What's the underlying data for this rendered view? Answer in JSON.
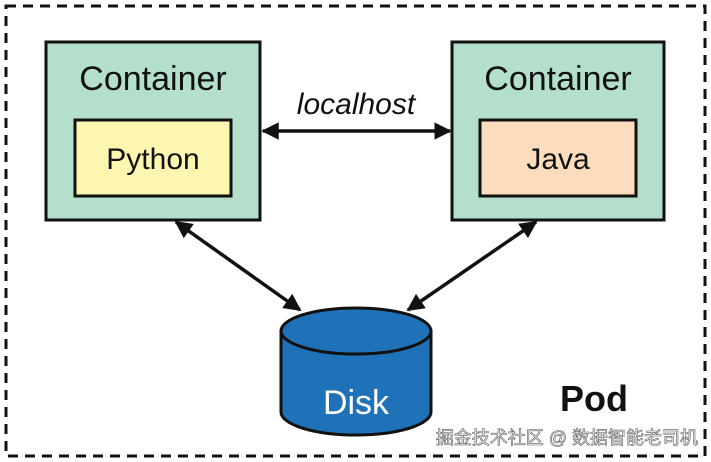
{
  "pod": {
    "label": "Pod"
  },
  "containers": [
    {
      "label": "Container",
      "runtime": "Python",
      "runtime_color": "#fdf6b0"
    },
    {
      "label": "Container",
      "runtime": "Java",
      "runtime_color": "#fbdcbd"
    }
  ],
  "link": {
    "label": "localhost"
  },
  "disk": {
    "label": "Disk"
  },
  "watermark": {
    "text": "掘金技术社区 @ 数据智能老司机"
  },
  "colors": {
    "container_fill": "#b4dfcb",
    "disk_fill": "#1f72b8",
    "stroke": "#111111"
  }
}
